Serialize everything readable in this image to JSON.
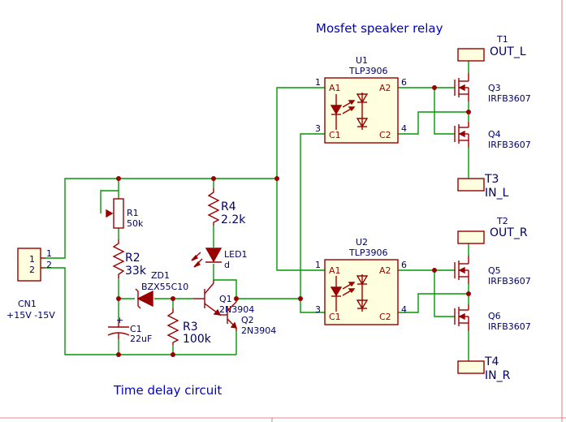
{
  "notes": {
    "relay_title": "Mosfet speaker relay",
    "delay_title": "Time delay circuit"
  },
  "parts": {
    "t1": {
      "ref": "T1",
      "value": "OUT_L"
    },
    "t2": {
      "ref": "T2",
      "value": "OUT_R"
    },
    "t3": {
      "ref": "T3",
      "value": "IN_L"
    },
    "t4": {
      "ref": "T4",
      "value": "IN_R"
    },
    "u1": {
      "ref": "U1",
      "value": "TLP3906",
      "a1": "A1",
      "c1": "C1",
      "a2": "A2",
      "c2": "C2",
      "p1": "1",
      "p3": "3",
      "p6": "6",
      "p4": "4"
    },
    "u2": {
      "ref": "U2",
      "value": "TLP3906",
      "a1": "A1",
      "c1": "C1",
      "a2": "A2",
      "c2": "C2",
      "p1": "1",
      "p3": "3",
      "p6": "6",
      "p4": "4"
    },
    "q3": {
      "ref": "Q3",
      "value": "IRFB3607"
    },
    "q4": {
      "ref": "Q4",
      "value": "IRFB3607"
    },
    "q5": {
      "ref": "Q5",
      "value": "IRFB3607"
    },
    "q6": {
      "ref": "Q6",
      "value": "IRFB3607"
    },
    "r1": {
      "ref": "R1",
      "value": "50k"
    },
    "r2": {
      "ref": "R2",
      "value": "33k"
    },
    "r3": {
      "ref": "R3",
      "value": "100k"
    },
    "r4": {
      "ref": "R4",
      "value": "2.2k"
    },
    "led1": {
      "ref": "LED1",
      "value": "d"
    },
    "zd1": {
      "ref": "ZD1",
      "value": "BZX55C10"
    },
    "c1": {
      "ref": "C1",
      "value": "22uF",
      "polarity": "+"
    },
    "q1": {
      "ref": "Q1",
      "value": "2N3904"
    },
    "q2": {
      "ref": "Q2",
      "value": "2N3904"
    },
    "cn1": {
      "ref": "CN1",
      "value": "+15V -15V",
      "pin1": "1",
      "pin2": "2",
      "pin1_out": "1",
      "pin2_out": "2"
    }
  }
}
